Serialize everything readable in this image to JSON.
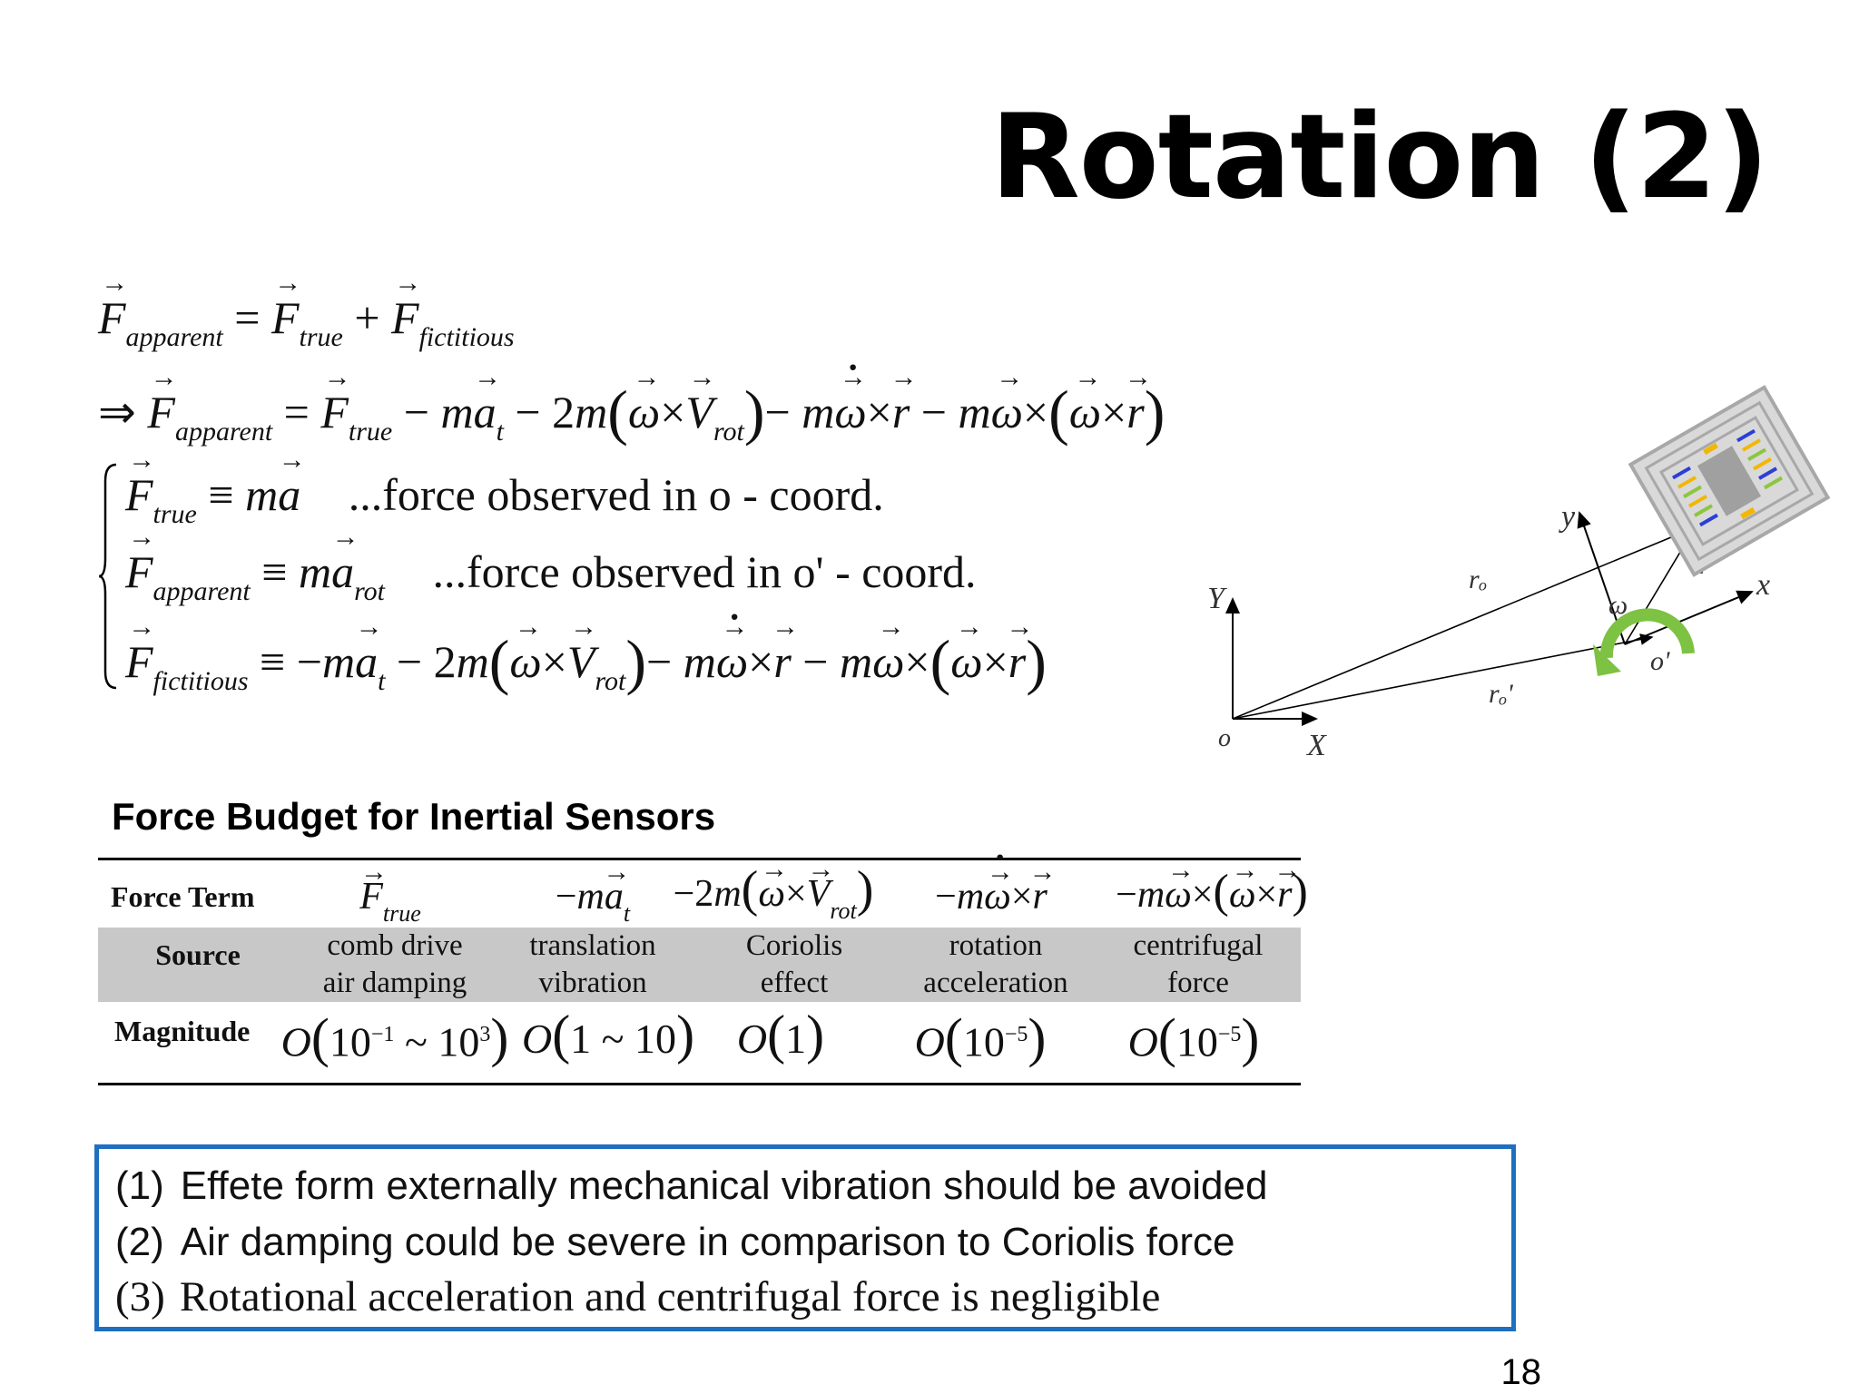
{
  "slide": {
    "title": "Rotation (2)",
    "page_number": "18"
  },
  "equations": {
    "force_in_o_coord": "...force observed in o - coord.",
    "force_in_o_prime_coord": "...force observed in o' - coord."
  },
  "table": {
    "title": "Force Budget for Inertial Sensors",
    "row_headers": [
      "Force Term",
      "Source",
      "Magnitude"
    ],
    "sources": [
      [
        "comb drive",
        "air damping"
      ],
      [
        "translation",
        "vibration"
      ],
      [
        "Coriolis",
        "effect"
      ],
      [
        "rotation",
        "acceleration"
      ],
      [
        "centrifugal",
        "force"
      ]
    ]
  },
  "notes": {
    "items": [
      {
        "num": "(1)",
        "text": "Effete form externally mechanical vibration should be avoided"
      },
      {
        "num": "(2)",
        "text": "Air damping could be severe in comparison to Coriolis force"
      },
      {
        "num": "(3)",
        "text": "Rotational acceleration and centrifugal force is negligible"
      }
    ]
  },
  "diagram": {
    "labels": {
      "Y": "Y",
      "X": "X",
      "o": "o",
      "y": "y",
      "x": "x",
      "o_prime": "o'"
    },
    "colors": {
      "rotation_arrow": "#7dc242",
      "sensor_gray": "#a8a8a8",
      "comb_blue": "#2b3fd6",
      "comb_yellow": "#f2b705",
      "comb_green": "#8cc63f"
    }
  }
}
